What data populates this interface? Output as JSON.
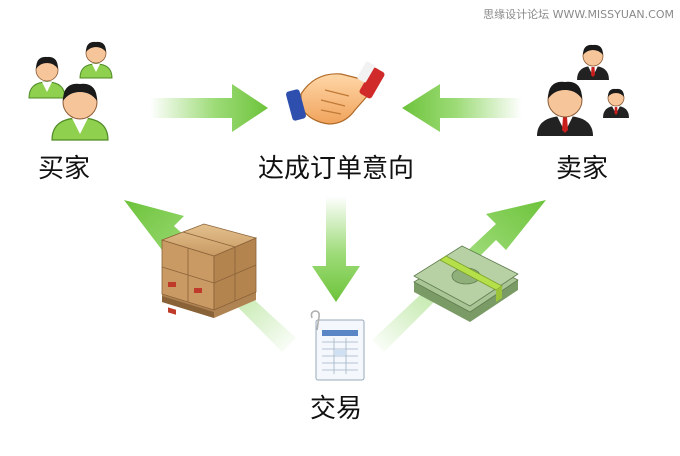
{
  "watermark": "思缘设计论坛 WWW.MISSYUAN.COM",
  "nodes": {
    "buyer": {
      "label": "买家",
      "icon": "buyers-group-icon"
    },
    "deal": {
      "label": "达成订单意向",
      "icon": "handshake-icon"
    },
    "seller": {
      "label": "卖家",
      "icon": "sellers-group-icon"
    },
    "trade": {
      "label": "交易",
      "icon": "document-form-icon"
    }
  },
  "flows": [
    {
      "from": "buyer",
      "to": "deal",
      "icon": "arrow-right-icon"
    },
    {
      "from": "seller",
      "to": "deal",
      "icon": "arrow-left-icon"
    },
    {
      "from": "deal",
      "to": "trade",
      "icon": "arrow-down-icon"
    },
    {
      "from": "trade",
      "to": "buyer",
      "carries": "goods",
      "icon": "cardboard-boxes-pallet-icon"
    },
    {
      "from": "trade",
      "to": "seller",
      "carries": "money",
      "icon": "cash-stack-icon"
    }
  ],
  "colors": {
    "arrow_green": "#7ccf4a",
    "buyer_shirt": "#8fd14f",
    "seller_suit": "#222222",
    "seller_tie": "#c81e1e",
    "skin": "#f6c59a",
    "box": "#c99a63",
    "money": "#8fb07a",
    "money_band": "#b6e04a"
  }
}
